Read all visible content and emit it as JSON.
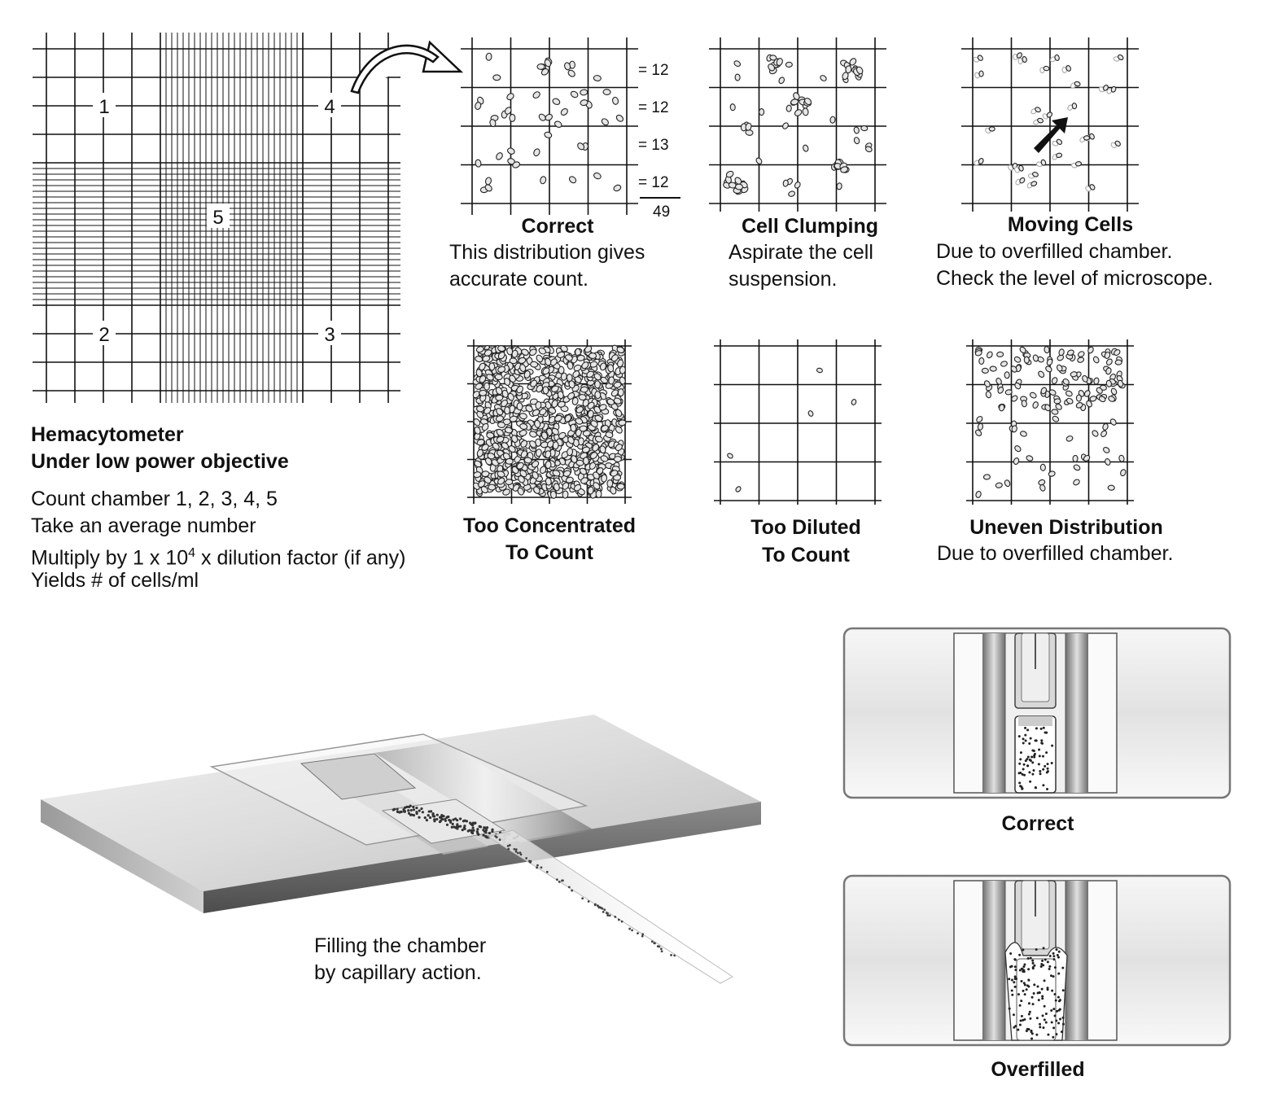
{
  "hemacytometer": {
    "title_line1": "Hemacytometer",
    "title_line2": "Under low power objective",
    "instructions": [
      "Count chamber 1, 2, 3, 4, 5",
      "Take an average number",
      "Multiply by 1 x 10",
      "4",
      " x dilution factor (if any)",
      "Yields # of cells/ml"
    ],
    "chamber_labels": [
      "1",
      "4",
      "5",
      "2",
      "3"
    ]
  },
  "row_counts": [
    "= 12",
    "= 12",
    "= 13",
    "= 12"
  ],
  "row_total": "49",
  "panels": [
    {
      "title": "Correct",
      "desc": [
        "This distribution gives",
        "accurate count."
      ]
    },
    {
      "title": "Cell Clumping",
      "desc": [
        "Aspirate the cell",
        "suspension."
      ]
    },
    {
      "title": "Moving Cells",
      "desc": [
        "Due to overfilled chamber.",
        "Check the level of microscope."
      ]
    },
    {
      "title": [
        "Too Concentrated",
        "To Count"
      ],
      "desc": []
    },
    {
      "title": [
        "Too Diluted",
        "To Count"
      ],
      "desc": []
    },
    {
      "title": "Uneven Distribution",
      "desc": [
        "Due to overfilled chamber."
      ]
    }
  ],
  "filling": [
    "Filling the chamber",
    "by capillary action."
  ],
  "slide_views": [
    {
      "label": "Correct"
    },
    {
      "label": "Overfilled"
    }
  ]
}
